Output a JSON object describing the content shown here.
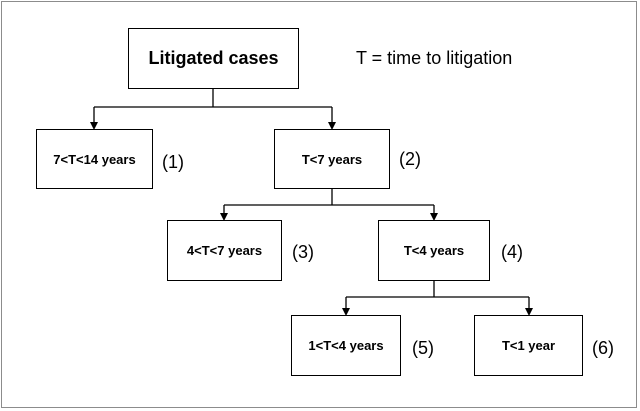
{
  "diagram": {
    "legend": "T = time to litigation",
    "nodes": [
      {
        "id": "root",
        "label": "Litigated cases",
        "number": ""
      },
      {
        "id": "n1",
        "label": "7<T<14 years",
        "number": "(1)"
      },
      {
        "id": "n2",
        "label": "T<7 years",
        "number": "(2)"
      },
      {
        "id": "n3",
        "label": "4<T<7 years",
        "number": "(3)"
      },
      {
        "id": "n4",
        "label": "T<4 years",
        "number": "(4)"
      },
      {
        "id": "n5",
        "label": "1<T<4 years",
        "number": "(5)"
      },
      {
        "id": "n6",
        "label": "T<1 year",
        "number": "(6)"
      }
    ],
    "edges": [
      {
        "from": "root",
        "to": [
          "n1",
          "n2"
        ]
      },
      {
        "from": "n2",
        "to": [
          "n3",
          "n4"
        ]
      },
      {
        "from": "n4",
        "to": [
          "n5",
          "n6"
        ]
      }
    ]
  }
}
